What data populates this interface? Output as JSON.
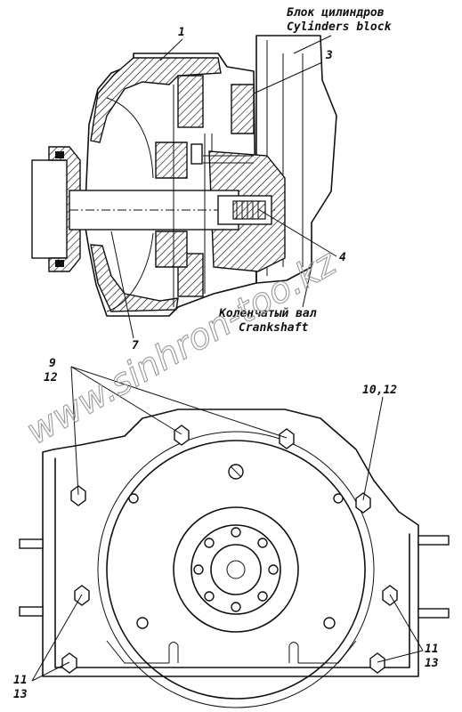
{
  "labels": {
    "block_ru": "Блок цилиндров",
    "block_en": "Cylinders block",
    "crank_ru": "Коленчатый вал",
    "crank_en": "Crankshaft",
    "n1": "1",
    "n3": "3",
    "n4": "4",
    "n7": "7",
    "n9": "9",
    "n12a": "12",
    "n10_12": "10,12",
    "n11a": "11",
    "n13a": "13",
    "n11b": "11",
    "n13b": "13"
  },
  "watermark": "www.sinhron-too.kz"
}
